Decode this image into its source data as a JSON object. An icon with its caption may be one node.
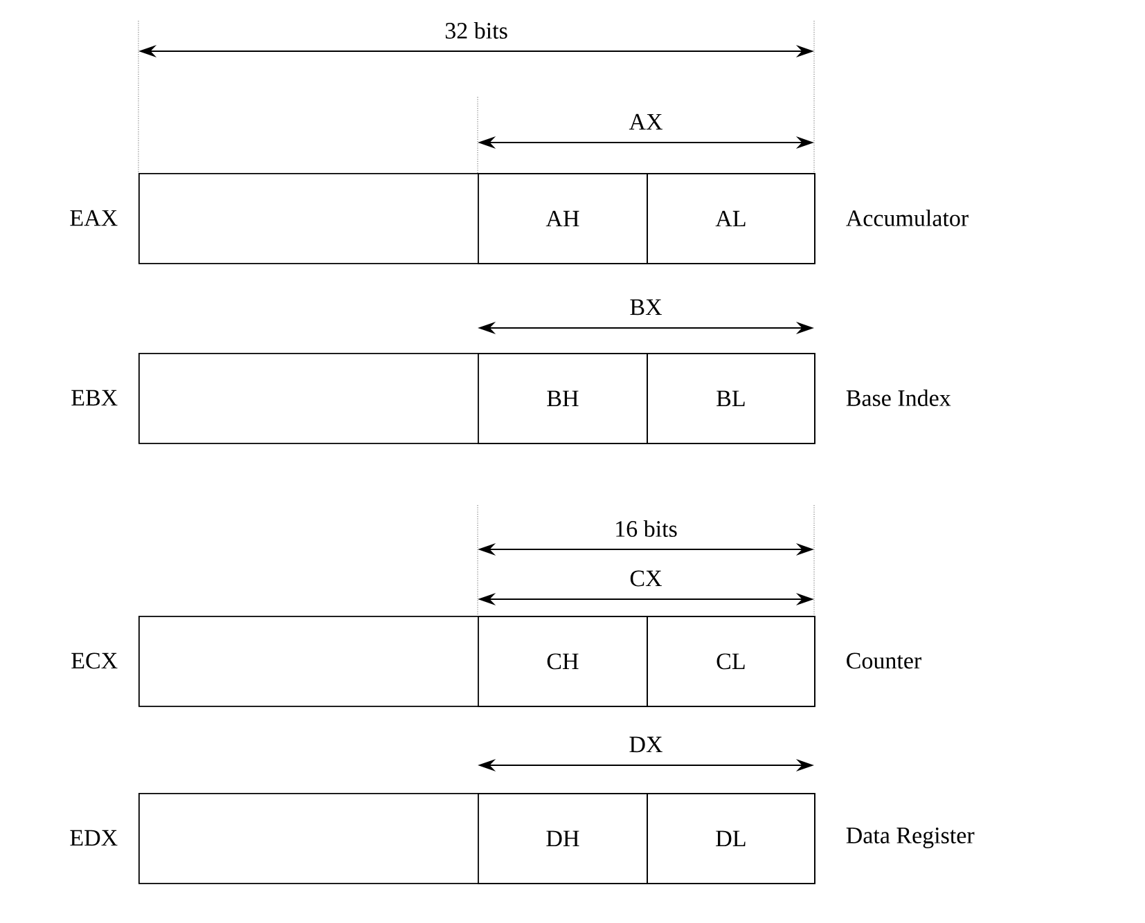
{
  "diagram": {
    "nodes": [
      {
        "text": [],
        "shape": "box",
        "beside": [
          "EAX",
          "Accumulator"
        ]
      },
      {
        "text": [
          "AH"
        ],
        "in": 0
      },
      {
        "text": [
          "AL"
        ],
        "in": 0
      },
      {
        "text": [],
        "shape": "box",
        "beside": [
          "EBX",
          "Base Index"
        ]
      },
      {
        "text": [
          "BH"
        ],
        "in": 3
      },
      {
        "text": [
          "BL"
        ],
        "in": 3
      },
      {
        "text": [],
        "shape": "box",
        "beside": [
          "ECX",
          "Counter"
        ]
      },
      {
        "text": [
          "CH"
        ],
        "in": 6
      },
      {
        "text": [
          "CL"
        ],
        "in": 6
      },
      {
        "text": [],
        "shape": "box",
        "beside": [
          "EDX",
          "Data Register"
        ]
      },
      {
        "text": [
          "DH"
        ],
        "in": 9
      },
      {
        "text": [
          "DL"
        ],
        "in": 9
      }
    ],
    "labels": [
      "32 bits",
      "AX",
      "BX",
      "16 bits",
      "CX",
      "DX"
    ]
  }
}
